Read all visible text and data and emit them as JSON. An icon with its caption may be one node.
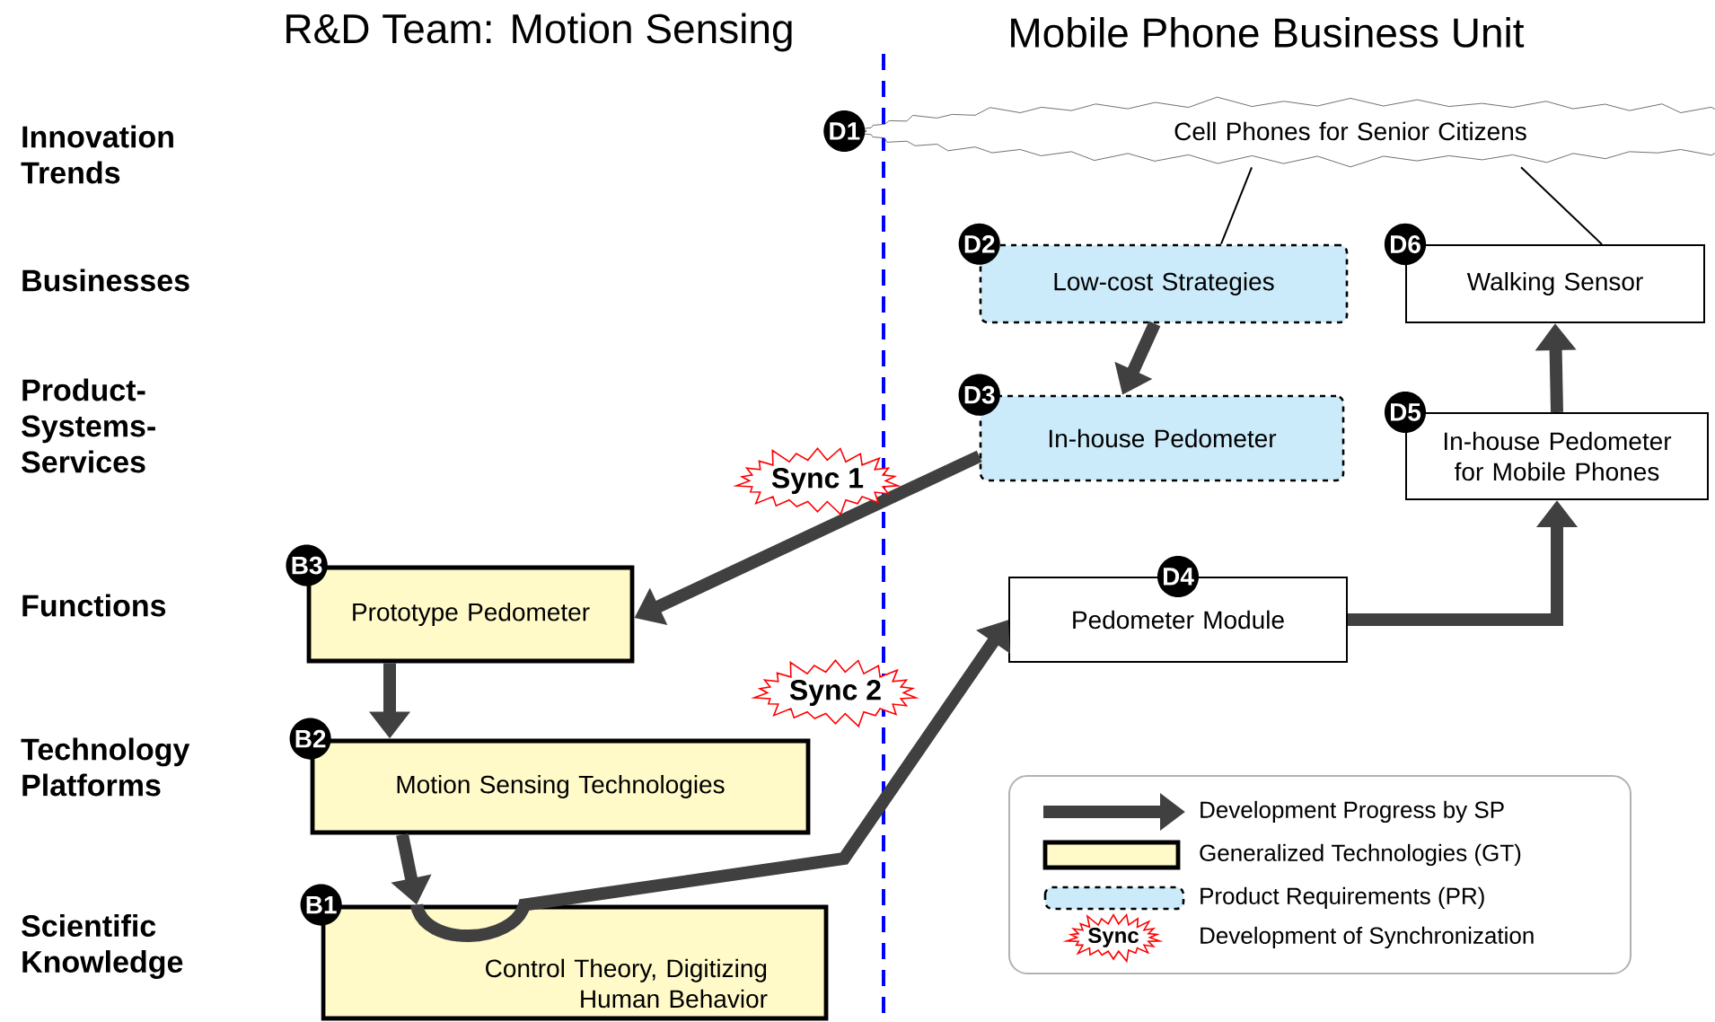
{
  "diagram": {
    "nodes": [
      {
        "text": [
          "Cell Phones for Senior Citizens"
        ],
        "beside": [
          "D1"
        ]
      },
      {
        "text": [
          "Low-cost Strategies"
        ],
        "beside": [
          "D2"
        ]
      },
      {
        "text": [
          "Walking Sensor"
        ],
        "beside": [
          "D6"
        ]
      },
      {
        "text": [
          "In-house Pedometer"
        ],
        "beside": [
          "D3"
        ]
      },
      {
        "text": [
          "In-house Pedometer for Mobile Phones"
        ],
        "beside": [
          "D5"
        ]
      },
      {
        "text": [
          "Prototype Pedometer"
        ],
        "beside": [
          "B3"
        ]
      },
      {
        "text": [
          "Pedometer Module"
        ],
        "beside": [
          "D4"
        ]
      },
      {
        "text": [
          "Motion Sensing Technologies"
        ],
        "beside": [
          "B2"
        ]
      },
      {
        "text": [
          "Control Theory, Digitizing Human Behavior"
        ],
        "beside": [
          "B1"
        ]
      }
    ],
    "edges": [
      {
        "from": 0,
        "to": 1,
        "arrow": "none"
      },
      {
        "from": 0,
        "to": 2,
        "arrow": "none"
      },
      {
        "from": 1,
        "to": 3,
        "arrow": "to"
      },
      {
        "from": 3,
        "to": 5,
        "arrow": "to",
        "label": "Sync 1"
      },
      {
        "from": 5,
        "to": 7,
        "arrow": "to"
      },
      {
        "from": 7,
        "to": 8,
        "arrow": "to"
      },
      {
        "from": 8,
        "to": 6,
        "arrow": "to",
        "label": "Sync 2"
      },
      {
        "from": 6,
        "to": 4,
        "arrow": "to"
      },
      {
        "from": 4,
        "to": 2,
        "arrow": "to"
      }
    ],
    "labels": [
      "R&D Team: Motion Sensing",
      "Mobile Phone Business Unit",
      "Innovation Trends",
      "Businesses",
      "Product-Systems-Services",
      "Functions",
      "Technology Platforms",
      "Scientific Knowledge",
      "Sync"
    ],
    "legend": [
      {
        "text": "Development Progress by SP"
      },
      {
        "text": "Generalized Technologies (GT)"
      },
      {
        "text": "Product Requirements (PR)"
      },
      {
        "text": "Development of Synchronization"
      }
    ]
  }
}
